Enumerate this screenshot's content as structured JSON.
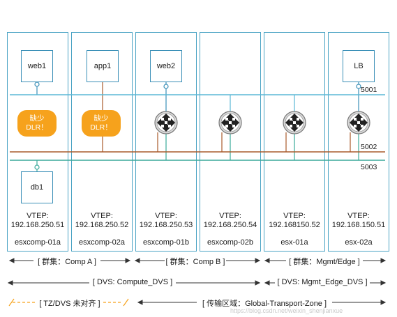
{
  "hosts": [
    {
      "name": "esxcomp-01a",
      "vtep_label": "VTEP:",
      "vtep_ip": "192.168.250.51"
    },
    {
      "name": "esxcomp-02a",
      "vtep_label": "VTEP:",
      "vtep_ip": "192.168.250.52"
    },
    {
      "name": "esxcomp-01b",
      "vtep_label": "VTEP:",
      "vtep_ip": "192.168.250.53"
    },
    {
      "name": "esxcomp-02b",
      "vtep_label": "VTEP:",
      "vtep_ip": "192.168.250.54"
    },
    {
      "name": "esx-01a",
      "vtep_label": "VTEP:",
      "vtep_ip": "192.168150.52"
    },
    {
      "name": "esx-02a",
      "vtep_label": "VTEP:",
      "vtep_ip": "192.168.150.51"
    }
  ],
  "vms": {
    "web1": "web1",
    "db1": "db1",
    "app1": "app1",
    "web2": "web2",
    "lb": "LB"
  },
  "warnings": {
    "missing_dlr_1": [
      "缺少",
      "DLR！"
    ],
    "missing_dlr_2": [
      "缺少",
      "DLR！"
    ]
  },
  "segments": {
    "s5001": "5001",
    "s5002": "5002",
    "s5003": "5003"
  },
  "clusters": {
    "comp_a": "[ 群集：Comp A ]",
    "comp_b": "[ 群集：Comp B ]",
    "mgmt_edge": "[ 群集：Mgmt/Edge ]"
  },
  "dvs": {
    "compute": "[ DVS: Compute_DVS ]",
    "mgmt_edge": "[ DVS: Mgmt_Edge_DVS ]"
  },
  "bottom": {
    "tz_mismatch": "[ TZ/DVS 未对齐 ]",
    "transport_zone": "[ 传输区域：Global-Transport-Zone ]"
  },
  "watermark": "https://blog.csdn.net/weixin_shenjianxue",
  "colors": {
    "host_border": "#4aa3c4",
    "seg_5001": "#5bb8d6",
    "seg_5002": "#a85a2a",
    "seg_5003": "#3aa99a",
    "warn": "#f6a21c"
  }
}
